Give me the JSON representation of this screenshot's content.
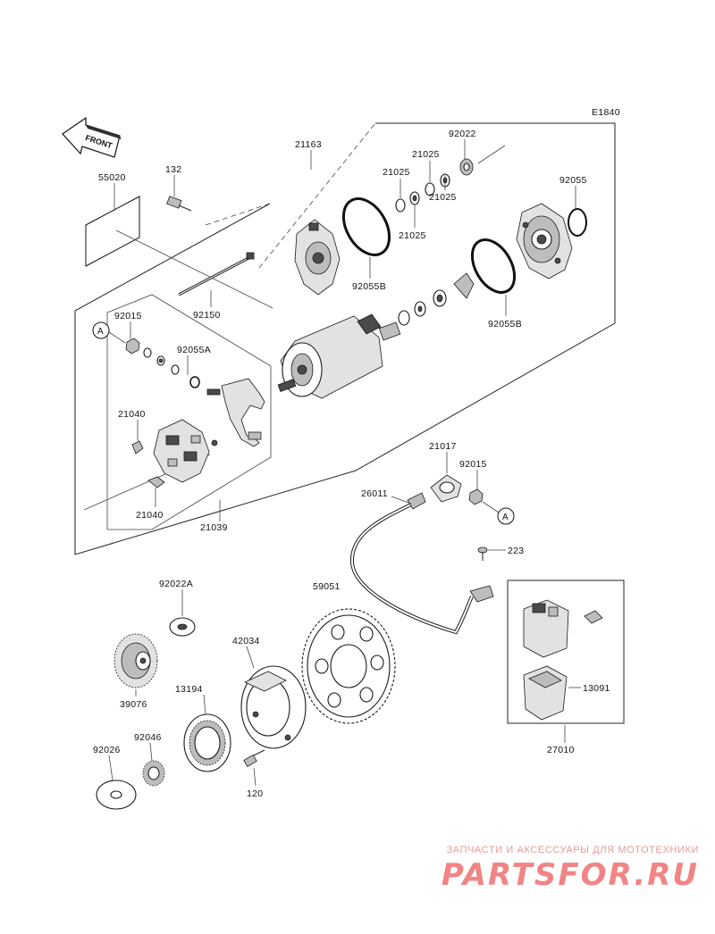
{
  "diagram_code": "E1840",
  "front_label": "FRONT",
  "callout_a": "A",
  "part_labels": {
    "p55020": "55020",
    "p132": "132",
    "p21163": "21163",
    "p92022": "92022",
    "p21025_a": "21025",
    "p21025_b": "21025",
    "p21025_c": "21025",
    "p21025_d": "21025",
    "p92055": "92055",
    "p92055b_left": "92055B",
    "p92055b_right": "92055B",
    "p92150": "92150",
    "p92015_left": "92015",
    "p92055a": "92055A",
    "p21040_top": "21040",
    "p21040_bottom": "21040",
    "p21039": "21039",
    "p21017": "21017",
    "p92015_right": "92015",
    "p26011": "26011",
    "p223": "223",
    "p92022a": "92022A",
    "p59051": "59051",
    "p42034": "42034",
    "p39076": "39076",
    "p13194": "13194",
    "p13091": "13091",
    "p92046": "92046",
    "p92026": "92026",
    "p27010": "27010",
    "p120": "120"
  },
  "watermark": {
    "tagline": "ЗАПЧАСТИ И АКСЕССУАРЫ ДЛЯ МОТОТЕХНИКИ",
    "logo": "PARTSFOR.RU"
  }
}
